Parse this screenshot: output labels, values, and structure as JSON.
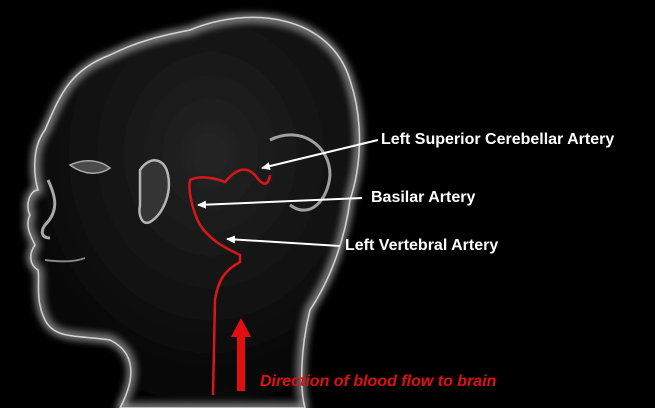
{
  "labels": {
    "superior_cerebellar": "Left Superior Cerebellar Artery",
    "basilar": "Basilar Artery",
    "vertebral": "Left Vertebral Artery"
  },
  "flow_caption": "Direction of blood flow to brain",
  "colors": {
    "background": "#000000",
    "artery": "#d81818",
    "arrow": "#e01010",
    "label": "#ffffff",
    "head_outline": "#d8d8d8"
  }
}
